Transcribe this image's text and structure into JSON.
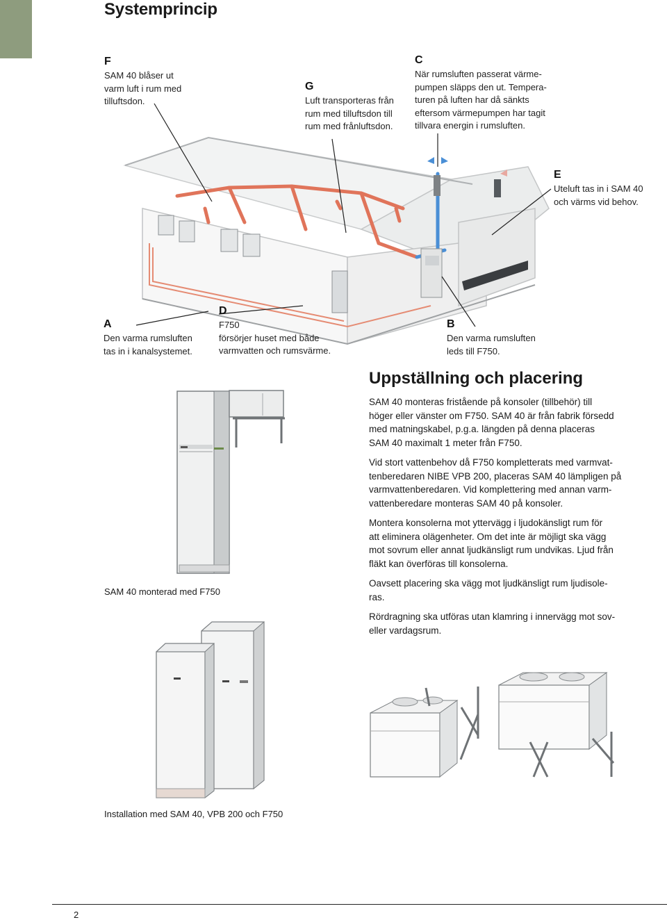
{
  "page": {
    "title": "Systemprincip",
    "page_number": "2"
  },
  "callouts": {
    "F": {
      "key": "F",
      "lines": [
        "SAM 40 blåser ut",
        "varm luft i rum med",
        "tilluftsdon."
      ]
    },
    "G": {
      "key": "G",
      "lines": [
        "Luft transporteras från",
        "rum med tilluftsdon till",
        "rum med frånluftsdon."
      ]
    },
    "C": {
      "key": "C",
      "lines": [
        "När rumsluften passerat värme-",
        "pumpen släpps den ut. Tempera-",
        "turen på luften har då sänkts",
        "eftersom värmepumpen har tagit",
        "tillvara energin i rumsluften."
      ]
    },
    "E": {
      "key": "E",
      "lines": [
        "Uteluft tas in i SAM 40",
        "och värms vid behov."
      ]
    },
    "A": {
      "key": "A",
      "lines": [
        "Den varma rumsluften",
        "tas in i kanalsystemet."
      ]
    },
    "D": {
      "key": "D",
      "lines": [
        "F750",
        "försörjer huset med både",
        "varmvatten och rumsvärme."
      ]
    },
    "B": {
      "key": "B",
      "lines": [
        "Den varma rumsluften",
        "leds till F750."
      ]
    }
  },
  "section": {
    "heading": "Uppställning och placering",
    "paragraphs": [
      [
        "SAM 40 monteras fristående på konsoler (tillbehör) till",
        "höger eller vänster om F750. SAM 40 är från fabrik försedd",
        "med matningskabel, p.g.a. längden på denna placeras",
        "SAM 40 maximalt 1 meter från F750."
      ],
      [
        "Vid stort vattenbehov då F750 kompletterats med varmvat-",
        "tenberedaren NIBE VPB 200, placeras SAM 40 lämpligen på",
        "varmvattenberedaren. Vid komplettering med annan varm-",
        "vattenberedare monteras SAM 40 på konsoler."
      ],
      [
        "Montera konsolerna mot yttervägg i ljudokänsligt rum för",
        "att eliminera olägenheter. Om det inte är möjligt ska vägg",
        "mot sovrum eller annat ljudkänsligt rum undvikas. Ljud från",
        "fläkt kan överföras till konsolerna."
      ],
      [
        "Oavsett placering ska vägg mot ljudkänsligt rum ljudisole-",
        "ras."
      ],
      [
        "Rördragning ska utföras utan klamring i innervägg mot sov-",
        "eller vardagsrum."
      ]
    ]
  },
  "captions": {
    "sam_f750": "SAM 40 monterad med F750",
    "installation": "Installation med SAM 40, VPB 200 och F750"
  },
  "colors": {
    "tab": "#8e9c7e",
    "warm_duct": "#e0745a",
    "cold_duct": "#4a8fd6"
  }
}
